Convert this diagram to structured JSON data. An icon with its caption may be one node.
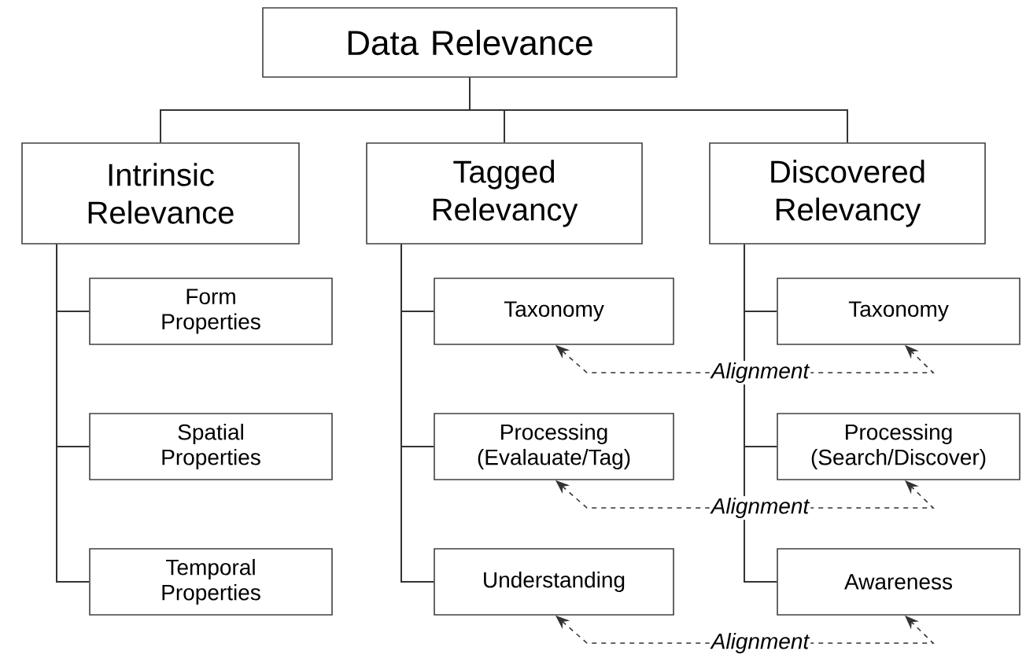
{
  "diagram": {
    "nodes": [
      {
        "text": [
          "Data Relevance"
        ]
      },
      {
        "text": [
          "Intrinsic Relevance"
        ]
      },
      {
        "text": [
          "Tagged Relevancy"
        ]
      },
      {
        "text": [
          "Discovered Relevancy"
        ]
      },
      {
        "text": [
          "Form Properties"
        ]
      },
      {
        "text": [
          "Spatial Properties"
        ]
      },
      {
        "text": [
          "Temporal Properties"
        ]
      },
      {
        "text": [
          "Taxonomy"
        ]
      },
      {
        "text": [
          "Processing (Evalauate/Tag)"
        ]
      },
      {
        "text": [
          "Understanding"
        ]
      },
      {
        "text": [
          "Taxonomy"
        ]
      },
      {
        "text": [
          "Processing (Search/Discover)"
        ]
      },
      {
        "text": [
          "Awareness"
        ]
      }
    ],
    "edges": [
      {
        "from": 0,
        "to": 1,
        "arrow": "none"
      },
      {
        "from": 0,
        "to": 2,
        "arrow": "none"
      },
      {
        "from": 0,
        "to": 3,
        "arrow": "none"
      },
      {
        "from": 1,
        "to": 4,
        "arrow": "none"
      },
      {
        "from": 1,
        "to": 5,
        "arrow": "none"
      },
      {
        "from": 1,
        "to": 6,
        "arrow": "none"
      },
      {
        "from": 2,
        "to": 7,
        "arrow": "none"
      },
      {
        "from": 2,
        "to": 8,
        "arrow": "none"
      },
      {
        "from": 2,
        "to": 9,
        "arrow": "none"
      },
      {
        "from": 3,
        "to": 10,
        "arrow": "none"
      },
      {
        "from": 3,
        "to": 11,
        "arrow": "none"
      },
      {
        "from": 3,
        "to": 12,
        "arrow": "none"
      },
      {
        "from": 7,
        "to": 10,
        "arrow": "both",
        "style": "dashed",
        "label": "Alignment"
      },
      {
        "from": 8,
        "to": 11,
        "arrow": "both",
        "style": "dashed",
        "label": "Alignment"
      },
      {
        "from": 9,
        "to": 12,
        "arrow": "both",
        "style": "dashed",
        "label": "Alignment"
      }
    ]
  }
}
